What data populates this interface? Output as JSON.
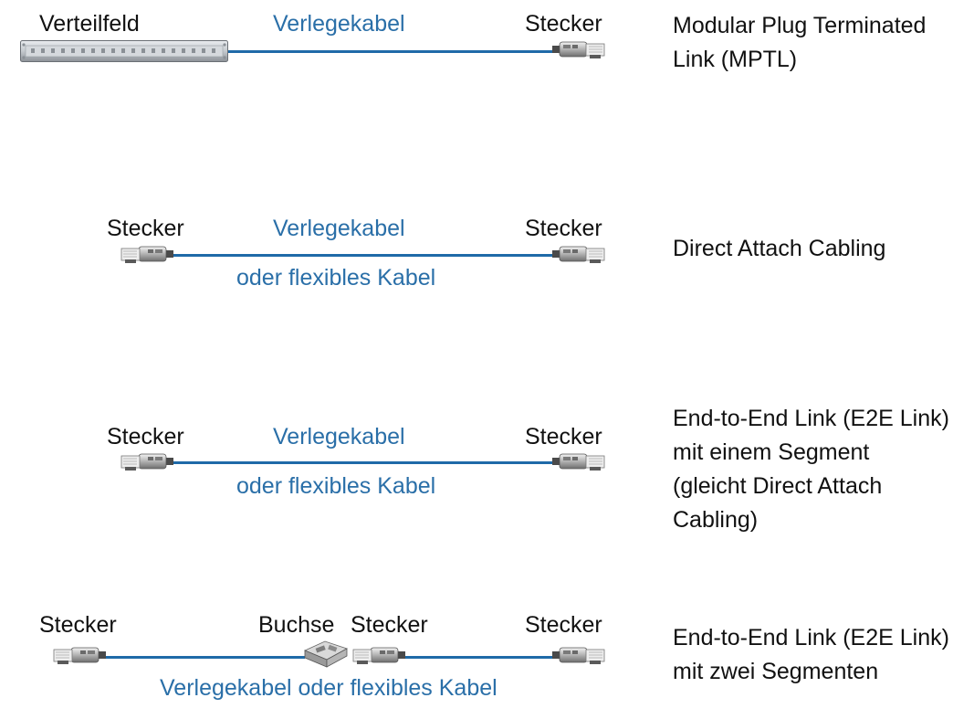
{
  "rows": [
    {
      "label_left": "Verteilfeld",
      "label_middle": "Verlegekabel",
      "label_right": "Stecker",
      "description": [
        "Modular Plug Terminated",
        "Link (MPTL)"
      ]
    },
    {
      "label_left": "Stecker",
      "label_middle": "Verlegekabel",
      "label_below": "oder flexibles Kabel",
      "label_right": "Stecker",
      "description": [
        "Direct Attach Cabling"
      ]
    },
    {
      "label_left": "Stecker",
      "label_middle": "Verlegekabel",
      "label_below": "oder flexibles Kabel",
      "label_right": "Stecker",
      "description": [
        "End-to-End Link (E2E Link)",
        "mit einem Segment",
        "(gleicht Direct Attach",
        "Cabling)"
      ]
    },
    {
      "label_left": "Stecker",
      "label_socket": "Buchse",
      "label_mid_plug": "Stecker",
      "label_right": "Stecker",
      "label_below": "Verlegekabel oder flexibles Kabel",
      "description": [
        "End-to-End Link (E2E Link)",
        "mit zwei Segmenten"
      ]
    }
  ],
  "colors": {
    "cable": "#1f6aa8",
    "cable_label": "#2a6fa8",
    "text": "#111111"
  },
  "icons": [
    "patch-panel-icon",
    "rj45-plug-icon",
    "rj45-coupler-icon"
  ]
}
